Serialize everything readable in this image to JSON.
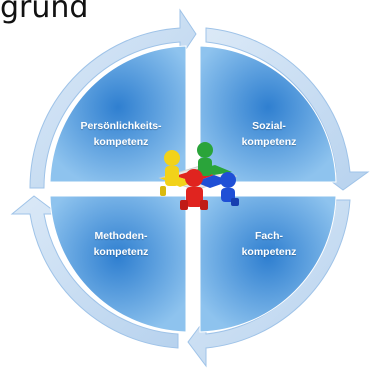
{
  "heading": "grund",
  "segments": [
    {
      "id": "top-left",
      "line1": "Persönlichkeits-",
      "line2": "kompetenz"
    },
    {
      "id": "top-right",
      "line1": "Sozial-",
      "line2": "kompetenz"
    },
    {
      "id": "bottom-left",
      "line1": "Methoden-",
      "line2": "kompetenz"
    },
    {
      "id": "bottom-right",
      "line1": "Fach-",
      "line2": "kompetenz"
    }
  ],
  "colors": {
    "segment_light": "#8ec3ee",
    "segment_dark": "#2f7fd0",
    "arrow_ring": "#c6dcf2",
    "arrow_ring_edge": "#9fc3e8",
    "figure_yellow": "#f2d21a",
    "figure_green": "#2aa43a",
    "figure_blue": "#1f4fd6",
    "figure_red": "#e0241f"
  },
  "icons": [
    "circular-cycle-arrow-icon",
    "teamwork-puzzle-figures-icon"
  ]
}
